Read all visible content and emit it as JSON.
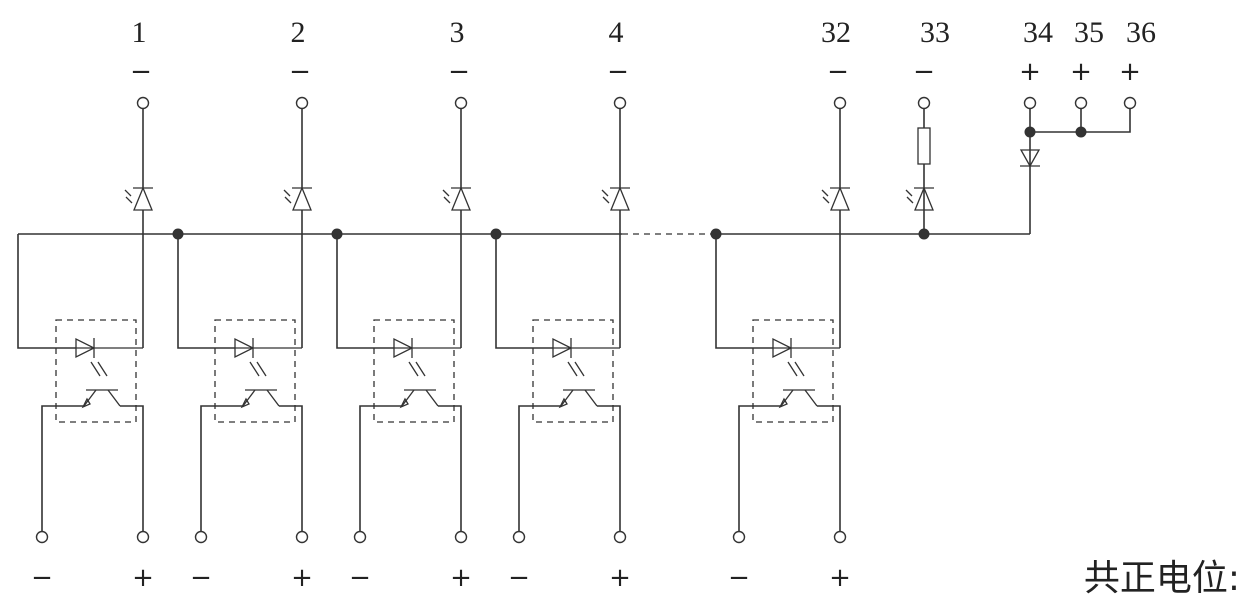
{
  "inputs": [
    {
      "label": "1",
      "polarity": "−",
      "out_neg": "−",
      "out_pos": "+"
    },
    {
      "label": "2",
      "polarity": "−",
      "out_neg": "−",
      "out_pos": "+"
    },
    {
      "label": "3",
      "polarity": "−",
      "out_neg": "−",
      "out_pos": "+"
    },
    {
      "label": "4",
      "polarity": "−",
      "out_neg": "−",
      "out_pos": "+"
    },
    {
      "label": "32",
      "polarity": "−",
      "out_neg": "−",
      "out_pos": "+"
    }
  ],
  "terminal_33": {
    "label": "33",
    "polarity": "−"
  },
  "common_terminals": [
    {
      "label": "34",
      "polarity": "+"
    },
    {
      "label": "35",
      "polarity": "+"
    },
    {
      "label": "36",
      "polarity": "+"
    }
  ],
  "caption": "共正电位:",
  "colors": {
    "line": "#333333",
    "background": "#ffffff"
  }
}
